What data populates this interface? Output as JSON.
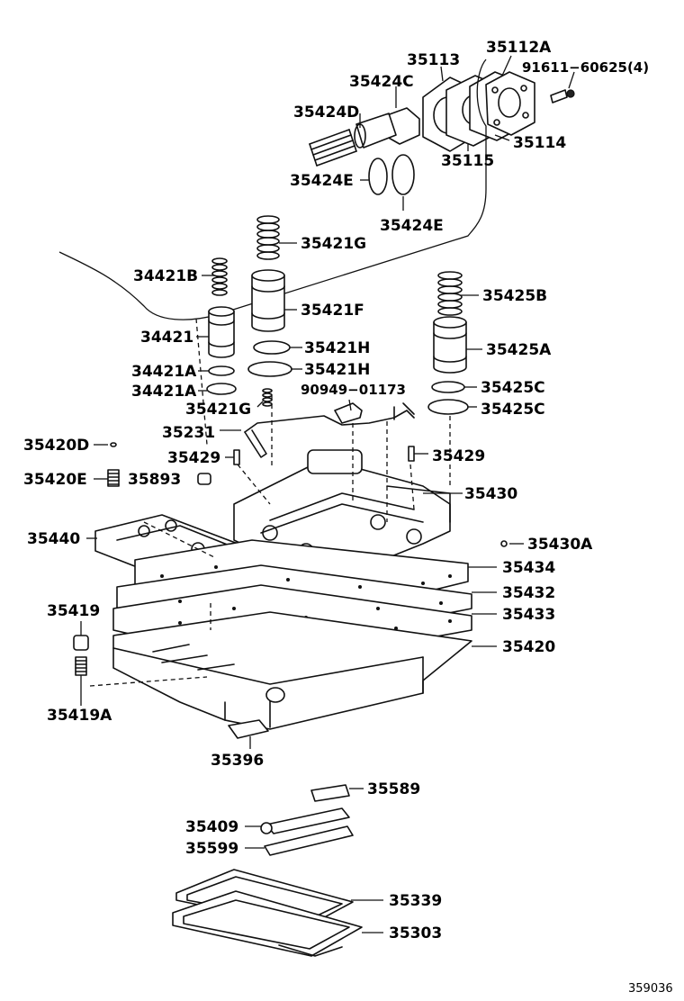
{
  "labels": {
    "p35112A": "35112A",
    "p35113": "35113",
    "p91611": "91611−60625(4)",
    "p35424C": "35424C",
    "p35424D": "35424D",
    "p35114": "35114",
    "p35115": "35115",
    "p35424E_a": "35424E",
    "p35424E_b": "35424E",
    "p35421G": "35421G",
    "p34421B": "34421B",
    "p35425B": "35425B",
    "p35421F": "35421F",
    "p34421": "34421",
    "p35425A": "35425A",
    "p35421H_a": "35421H",
    "p35421H_b": "35421H",
    "p34421A_a": "34421A",
    "p34421A_b": "34421A",
    "p90949": "90949−01173",
    "p35425C_a": "35425C",
    "p35425C_b": "35425C",
    "p35421G_b": "35421G",
    "p35231": "35231",
    "p35420D": "35420D",
    "p35429_a": "35429",
    "p35429_b": "35429",
    "p35420E": "35420E",
    "p35893": "35893",
    "p35430": "35430",
    "p35440": "35440",
    "p35430A": "35430A",
    "p35434": "35434",
    "p35432": "35432",
    "p35419": "35419",
    "p35433": "35433",
    "p35420": "35420",
    "p35419A": "35419A",
    "p35396": "35396",
    "p35589": "35589",
    "p35409": "35409",
    "p35599": "35599",
    "p35339": "35339",
    "p35303": "35303",
    "ref": "359036"
  }
}
